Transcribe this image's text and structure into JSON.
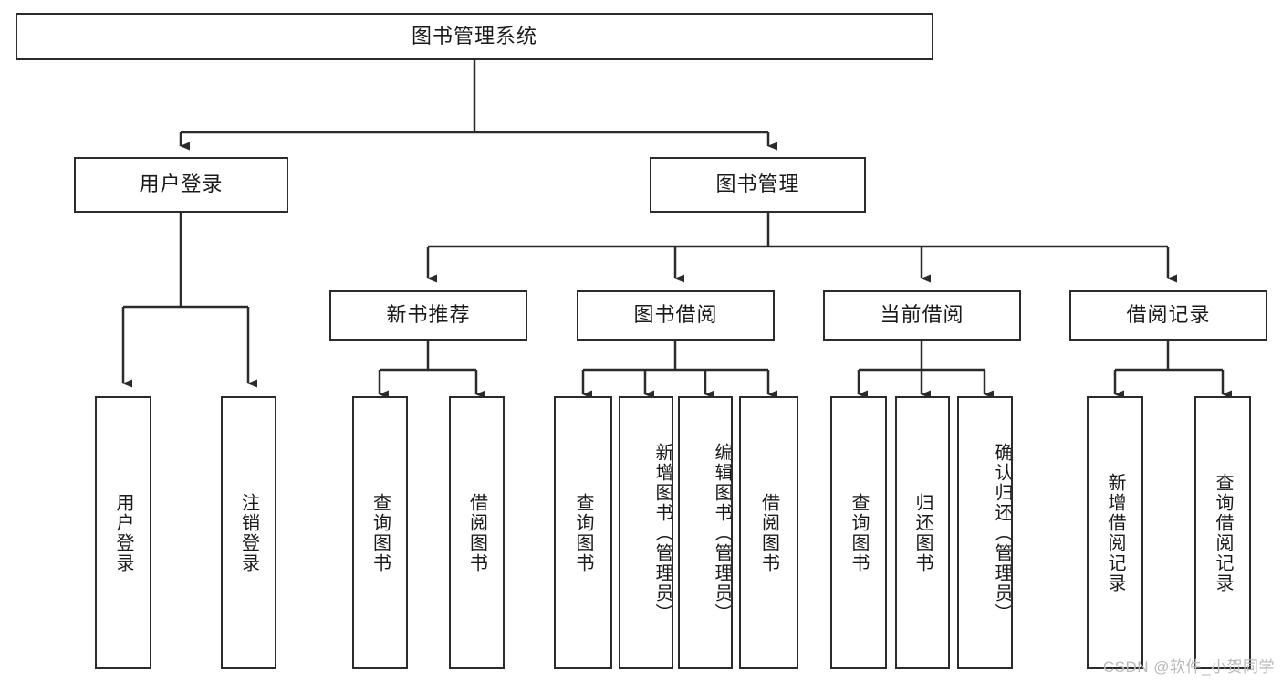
{
  "diagram": {
    "type": "tree",
    "title": "图书管理系统",
    "watermark": "CSDN @软件_小贺同学",
    "colors": {
      "box_border": "#2b2b2b",
      "box_fill": "#ffffff",
      "connector": "#2b2b2b",
      "text": "#1a1a1a",
      "watermark": "#b9b9b9",
      "background": "#ffffff"
    },
    "nodes": {
      "root": {
        "label": "图书管理系统",
        "level": 0,
        "orientation": "horizontal"
      },
      "user_login": {
        "label": "用户登录",
        "level": 1,
        "orientation": "horizontal"
      },
      "book_manage": {
        "label": "图书管理",
        "level": 1,
        "orientation": "horizontal"
      },
      "new_book_rec": {
        "label": "新书推荐",
        "level": 2,
        "orientation": "horizontal"
      },
      "book_borrow": {
        "label": "图书借阅",
        "level": 2,
        "orientation": "horizontal"
      },
      "current_borrow": {
        "label": "当前借阅",
        "level": 2,
        "orientation": "horizontal"
      },
      "borrow_record": {
        "label": "借阅记录",
        "level": 2,
        "orientation": "horizontal"
      },
      "leaf_user_login": {
        "label": "用户登录",
        "level": 3,
        "orientation": "vertical"
      },
      "leaf_logout": {
        "label": "注销登录",
        "level": 3,
        "orientation": "vertical"
      },
      "leaf_query_book_1": {
        "label": "查询图书",
        "level": 3,
        "orientation": "vertical"
      },
      "leaf_borrow_book_1": {
        "label": "借阅图书",
        "level": 3,
        "orientation": "vertical"
      },
      "leaf_query_book_2": {
        "label": "查询图书",
        "level": 3,
        "orientation": "vertical"
      },
      "leaf_add_book": {
        "label": "新增图书（管理员）",
        "level": 3,
        "orientation": "vertical"
      },
      "leaf_edit_book": {
        "label": "编辑图书（管理员）",
        "level": 3,
        "orientation": "vertical"
      },
      "leaf_borrow_book_2": {
        "label": "借阅图书",
        "level": 3,
        "orientation": "vertical"
      },
      "leaf_query_book_3": {
        "label": "查询图书",
        "level": 3,
        "orientation": "vertical"
      },
      "leaf_return_book": {
        "label": "归还图书",
        "level": 3,
        "orientation": "vertical"
      },
      "leaf_confirm_return": {
        "label": "确认归还（管理员）",
        "level": 3,
        "orientation": "vertical"
      },
      "leaf_add_record": {
        "label": "新增借阅记录",
        "level": 3,
        "orientation": "vertical"
      },
      "leaf_query_record": {
        "label": "查询借阅记录",
        "level": 3,
        "orientation": "vertical"
      }
    },
    "edges": [
      {
        "from": "root",
        "to": "user_login"
      },
      {
        "from": "root",
        "to": "book_manage"
      },
      {
        "from": "user_login",
        "to": "leaf_user_login"
      },
      {
        "from": "user_login",
        "to": "leaf_logout"
      },
      {
        "from": "book_manage",
        "to": "new_book_rec"
      },
      {
        "from": "book_manage",
        "to": "book_borrow"
      },
      {
        "from": "book_manage",
        "to": "current_borrow"
      },
      {
        "from": "book_manage",
        "to": "borrow_record"
      },
      {
        "from": "new_book_rec",
        "to": "leaf_query_book_1"
      },
      {
        "from": "new_book_rec",
        "to": "leaf_borrow_book_1"
      },
      {
        "from": "book_borrow",
        "to": "leaf_query_book_2"
      },
      {
        "from": "book_borrow",
        "to": "leaf_add_book"
      },
      {
        "from": "book_borrow",
        "to": "leaf_edit_book"
      },
      {
        "from": "book_borrow",
        "to": "leaf_borrow_book_2"
      },
      {
        "from": "current_borrow",
        "to": "leaf_query_book_3"
      },
      {
        "from": "current_borrow",
        "to": "leaf_return_book"
      },
      {
        "from": "current_borrow",
        "to": "leaf_confirm_return"
      },
      {
        "from": "borrow_record",
        "to": "leaf_add_record"
      },
      {
        "from": "borrow_record",
        "to": "leaf_query_record"
      }
    ]
  }
}
